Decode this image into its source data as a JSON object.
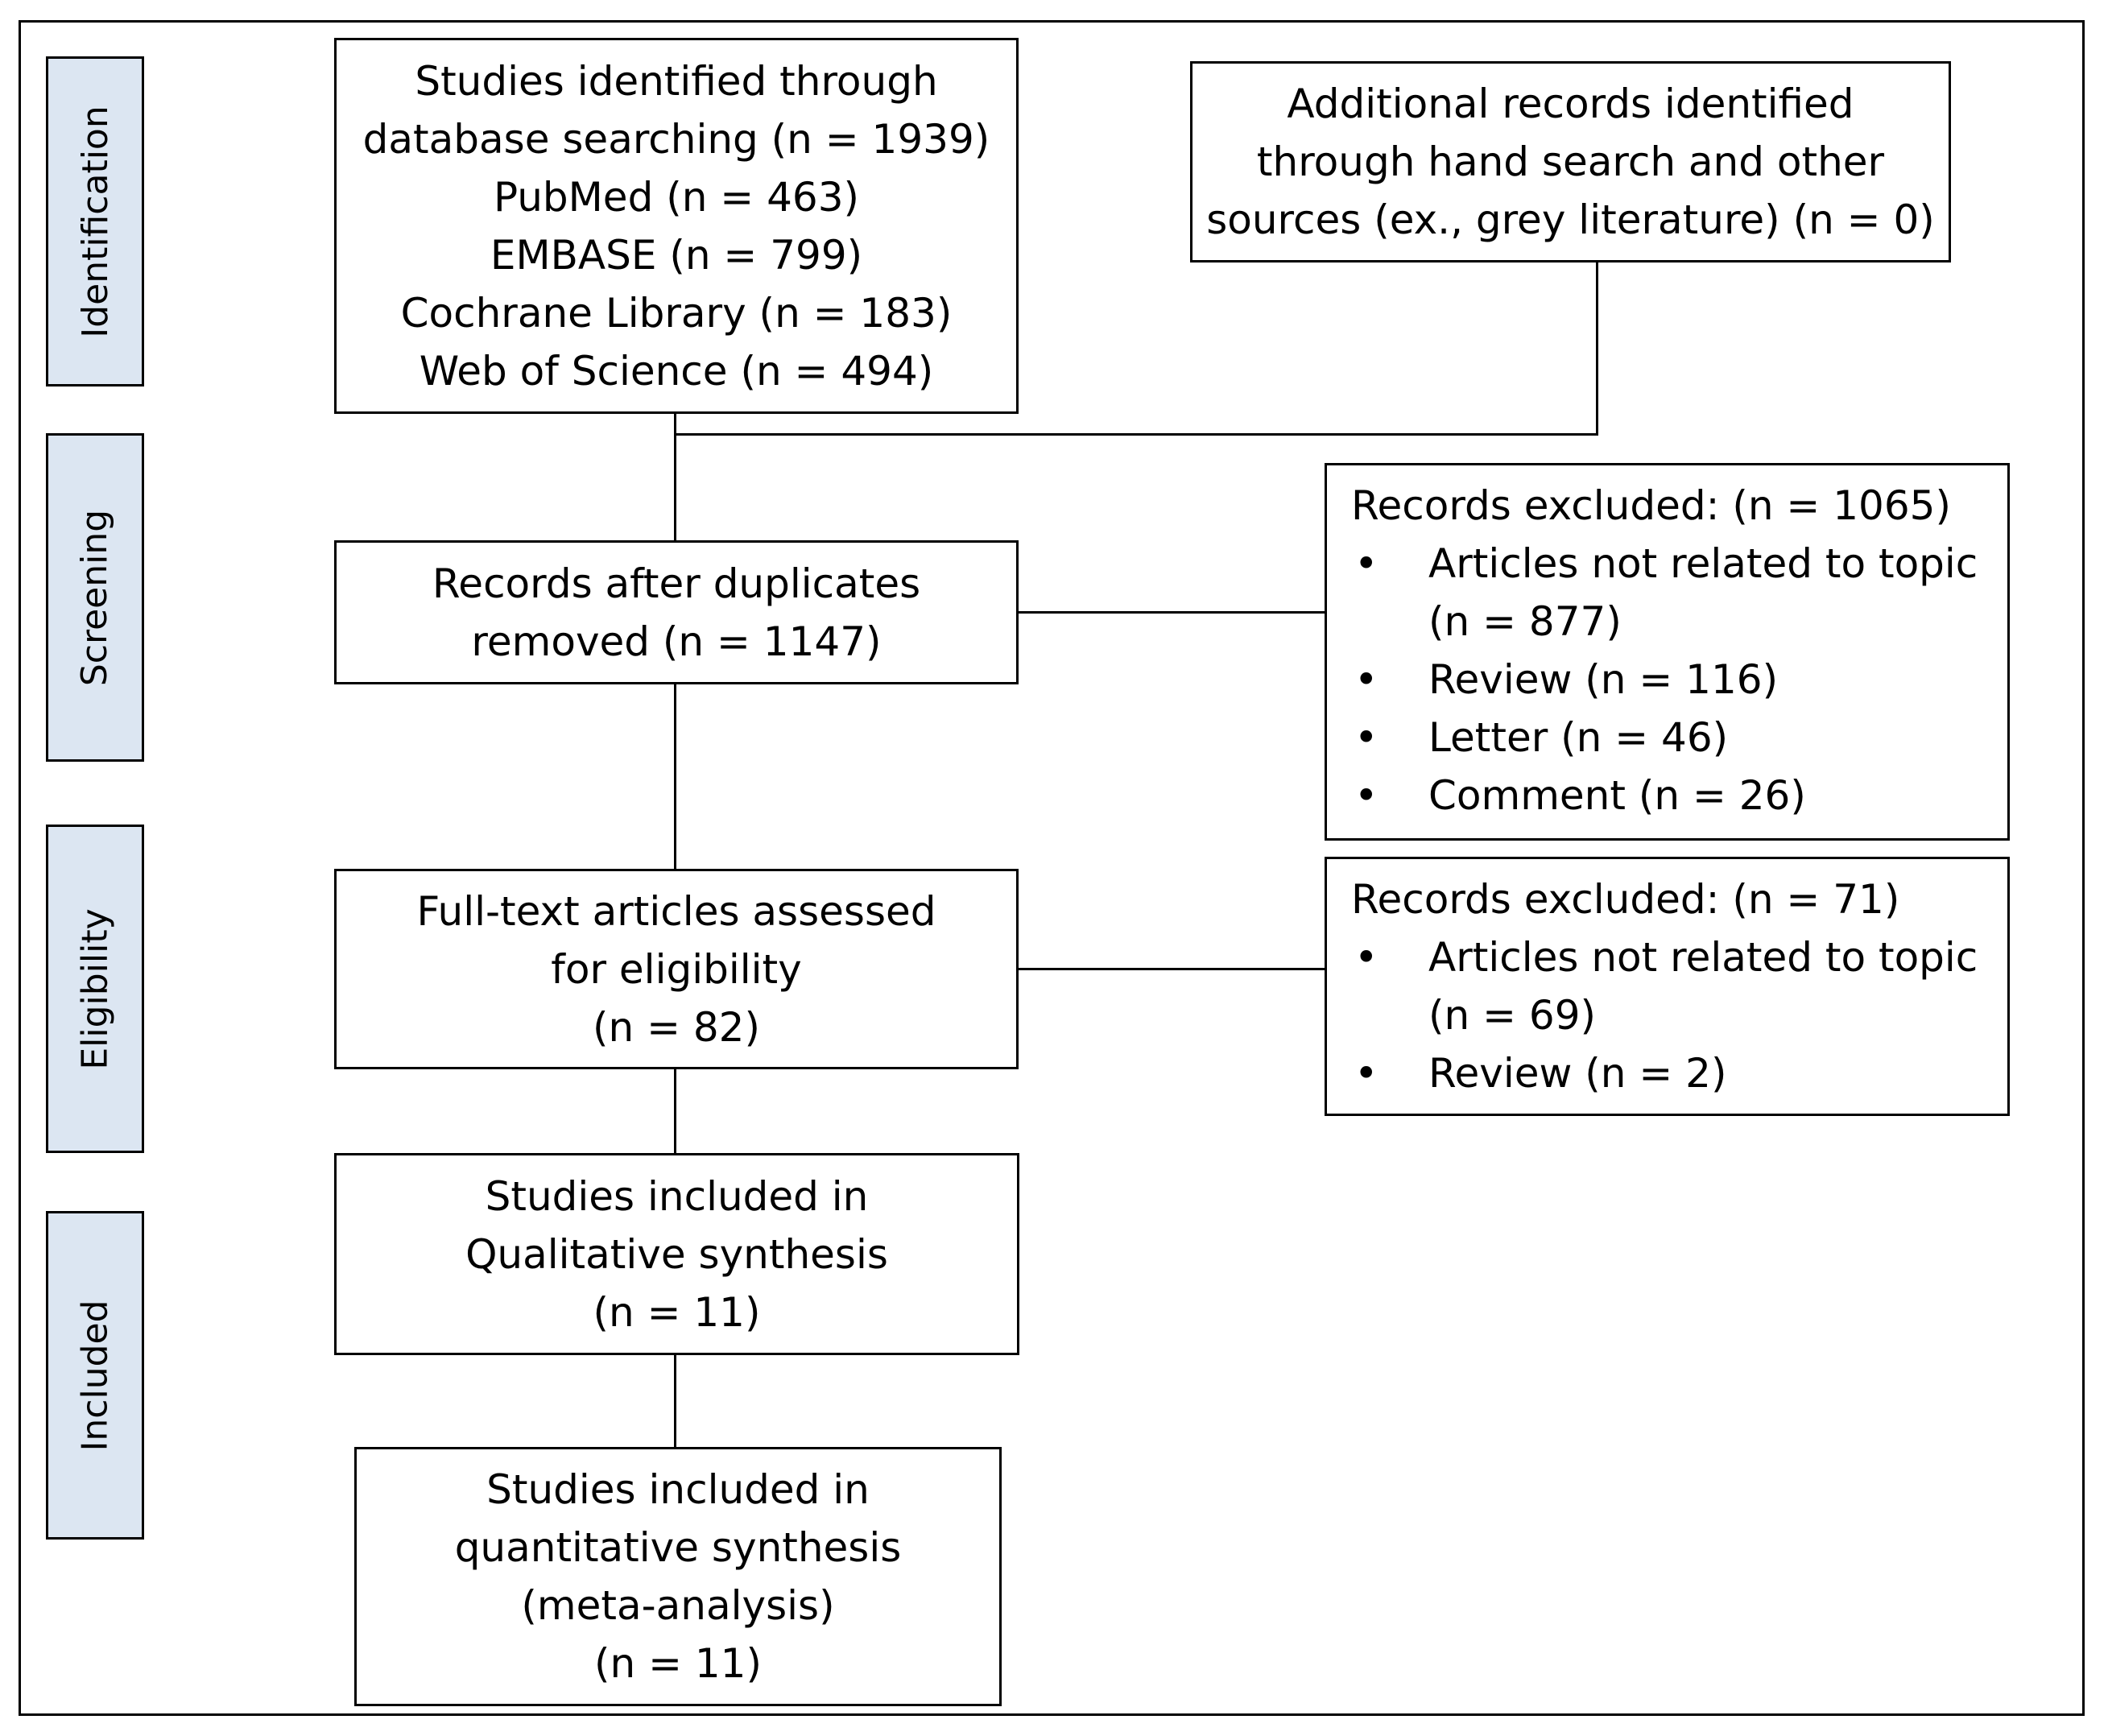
{
  "stages": {
    "identification": "Identification",
    "screening": "Screening",
    "eligibility": "Eligibility",
    "included": "Included"
  },
  "identified": {
    "lines": [
      "Studies identified through",
      "database searching (n = 1939)",
      "PubMed (n = 463)",
      "EMBASE (n = 799)",
      "Cochrane Library (n = 183)",
      "Web of Science (n = 494)"
    ]
  },
  "additional": {
    "lines": [
      "Additional records identified",
      "through hand search and other",
      "sources (ex., grey literature) (n = 0)"
    ]
  },
  "after_duplicates": {
    "lines": [
      "Records after duplicates",
      "removed (n = 1147)"
    ]
  },
  "excluded_screening": {
    "heading": "Records excluded: (n = 1065)",
    "items": [
      {
        "bullet": "•",
        "line1": "Articles not related to topic",
        "line2": "(n = 877)"
      },
      {
        "bullet": "•",
        "line1": "Review (n = 116)"
      },
      {
        "bullet": "•",
        "line1": "Letter (n = 46)"
      },
      {
        "bullet": "•",
        "line1": "Comment (n = 26)"
      }
    ]
  },
  "full_text": {
    "lines": [
      "Full-text articles assessed",
      "for eligibility",
      "(n = 82)"
    ]
  },
  "excluded_eligibility": {
    "heading": "Records excluded: (n = 71)",
    "items": [
      {
        "bullet": "•",
        "line1": "Articles not related to topic",
        "line2": "(n = 69)"
      },
      {
        "bullet": "•",
        "line1": "Review (n = 2)"
      }
    ]
  },
  "qualitative": {
    "lines": [
      "Studies included in",
      "Qualitative synthesis",
      "(n = 11)"
    ]
  },
  "quantitative": {
    "lines": [
      "Studies included in",
      "quantitative synthesis",
      "(meta-analysis)",
      "(n = 11)"
    ]
  },
  "colors": {
    "stage_fill": "#dce6f2",
    "border": "#000000"
  }
}
